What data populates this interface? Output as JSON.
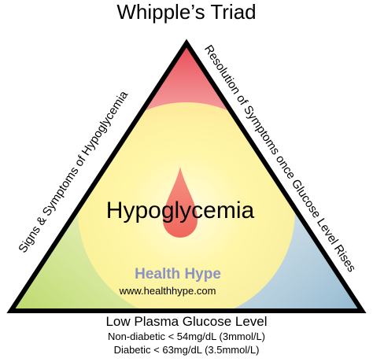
{
  "title": "Whipple’s Triad",
  "center_label": "Hypoglycemia",
  "brand": "Health Hype",
  "website": "www.healthhype.com",
  "left_side_label": "Signs & Symptoms of Hypoglycemia",
  "right_side_label": "Resolution of Symptoms once Glucose Level Rises",
  "bottom": {
    "main": "Low Plasma Glucose Level",
    "line1": "Non-diabetic < 54mg/dL (3mmol/L)",
    "line2": "Diabetic < 63mg/dL (3.5mmol/L)"
  },
  "colors": {
    "top": "#e8434f",
    "left": "#b9d764",
    "right": "#8eb6cf",
    "circle": "#fff69a",
    "drop": "#f06a5a",
    "brand": "#8a93c4"
  }
}
